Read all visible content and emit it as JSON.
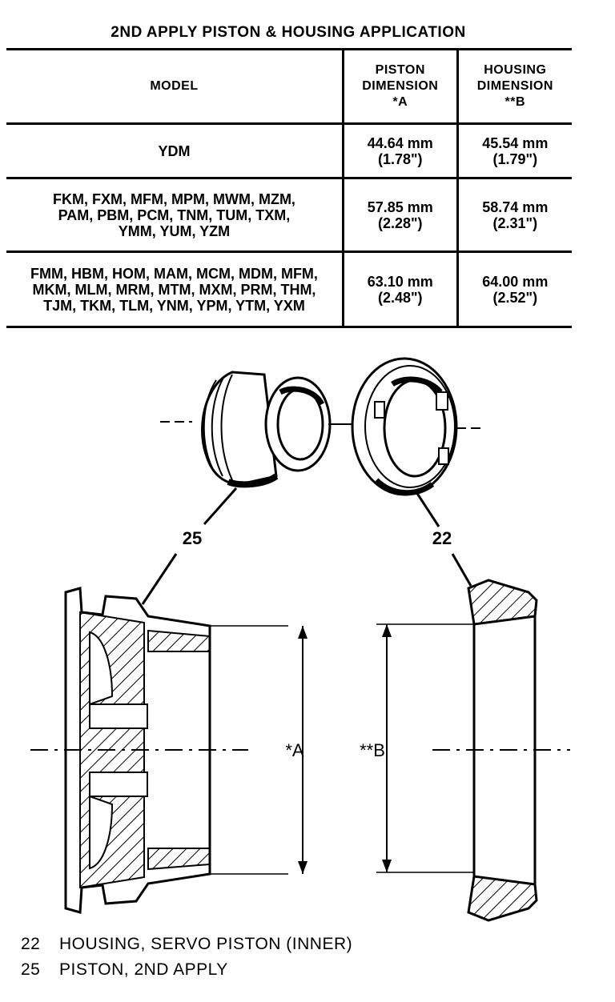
{
  "title": "2ND APPLY PISTON & HOUSING APPLICATION",
  "table": {
    "headers": {
      "model": "MODEL",
      "piston": [
        "PISTON",
        "DIMENSION",
        "*A"
      ],
      "housing": [
        "HOUSING",
        "DIMENSION",
        "**B"
      ]
    },
    "rows": [
      {
        "models": [
          "YDM"
        ],
        "piston": [
          "44.64 mm",
          "(1.78\")"
        ],
        "housing": [
          "45.54 mm",
          "(1.79\")"
        ]
      },
      {
        "models": [
          "FKM, FXM, MFM, MPM, MWM, MZM,",
          "PAM, PBM, PCM, TNM, TUM, TXM,",
          "YMM, YUM, YZM"
        ],
        "piston": [
          "57.85 mm",
          "(2.28\")"
        ],
        "housing": [
          "58.74 mm",
          "(2.31\")"
        ]
      },
      {
        "models": [
          "FMM, HBM, HOM, MAM, MCM, MDM, MFM,",
          "MKM, MLM, MRM, MTM, MXM, PRM, THM,",
          "TJM, TKM, TLM, YNM, YPM, YTM, YXM"
        ],
        "piston": [
          "63.10 mm",
          "(2.48\")"
        ],
        "housing": [
          "64.00 mm",
          "(2.52\")"
        ]
      }
    ]
  },
  "figure": {
    "callout_piston": "25",
    "callout_housing": "22",
    "dim_a": "*A",
    "dim_b": "**B"
  },
  "legend": [
    {
      "num": "22",
      "text": "HOUSING, SERVO PISTON (INNER)"
    },
    {
      "num": "25",
      "text": "PISTON, 2ND APPLY"
    }
  ]
}
